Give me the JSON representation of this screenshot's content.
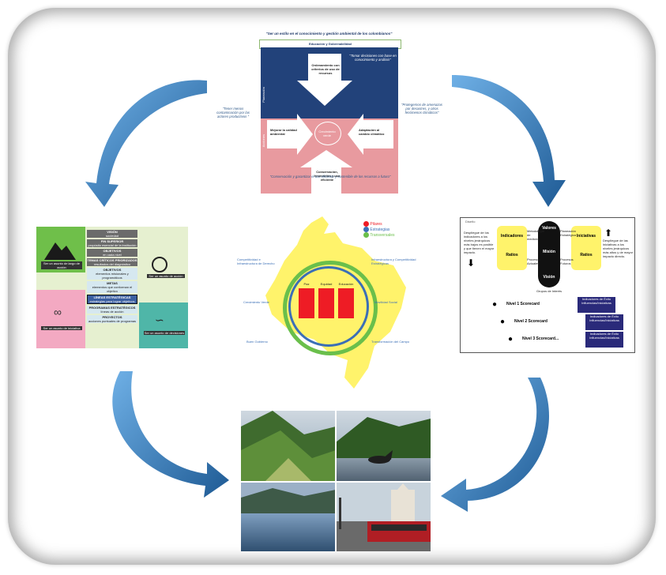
{
  "colors": {
    "arrow": "#3d86c6",
    "arrow_dark": "#1e5a94",
    "navy": "#22427a",
    "pink": "#e89a9f",
    "yellow": "#fff36b",
    "green_ring": "#6abf4b",
    "blue_ring": "#3b6fb6",
    "red": "#ee1c25"
  },
  "top_panel": {
    "title": "\"Ser un estilo en el conocimiento y gestión ambiental de los colombianos\"",
    "education_band": "Educación y Gobernabilidad",
    "down_arrow_text": "Ordenamiento con criterios de uso de recursos",
    "left_arrow_text": "Mejorar la calidad ambiental",
    "center_circle": "Crecimiento verde",
    "right_arrow_text": "Adaptación al cambio climático",
    "up_arrow_text": "Conservación, innovación y uso eficiente",
    "blue_side_label": "Planeación",
    "pink_side_label": "Acciones",
    "note_top_right": "\"Tomar decisiones con base en conocimiento y análisis\"",
    "note_left": "\"Tener menos contaminación por las actores productivos \"",
    "note_right": "\"Protegernos de amenazas por desastres, y otros fenómenos climáticos\"",
    "bottom_caption": "\"Conservación y garantizar el uso eficiente y sostenible de los recursos a futuro\""
  },
  "left_panel": {
    "rows": [
      {
        "label": "VISIÓN",
        "sub": "sociedad"
      },
      {
        "label": "FIN SUPERIOR",
        "sub": "propósito esencial de la institución"
      },
      {
        "label": "OBJETIVOS",
        "sub": "en cada nivel"
      },
      {
        "label": "TEMAS CRÍTICOS PRIORIZADOS",
        "sub": "resultados del diagnóstico"
      },
      {
        "label": "OBJETIVOS",
        "sub": "elementos misionales y programáticos"
      },
      {
        "label": "METAS",
        "sub": "elementos que conforman el objetivo"
      },
      {
        "label": "LÍNEAS ESTRATÉGICAS",
        "sub": "estrategias para lograr objetivos"
      },
      {
        "label": "PROGRAMAS ESTRATÉGICOS",
        "sub": "líneas de acción"
      },
      {
        "label": "PROYECTOS",
        "sub": "acciones puntuales de programas"
      }
    ],
    "tag_top_left": "Ser un asunto de largo de acción",
    "tag_top_right": "Ser un asunto de acción",
    "tag_bottom_left": "Ser un asunto de iniciativa",
    "tag_bottom_right": "Ser un asunto de decisiones"
  },
  "center_panel": {
    "legend": [
      {
        "label": "Pilares",
        "color": "#ee1c25"
      },
      {
        "label": "Estrategias",
        "color": "#3b6fb6"
      },
      {
        "label": "Transversales",
        "color": "#6abf4b"
      }
    ],
    "pillars": [
      "Paz",
      "Equidad",
      "Educación"
    ],
    "labels": {
      "top_left": "Competitividad e Infraestructura de Derecho",
      "top_right": "Infraestructura y Competitividad Estratégicas",
      "mid_left": "Crecimiento Verde",
      "mid_right": "Movilidad Social",
      "bottom_left": "Buen Gobierno",
      "bottom_right": "Transformación del Campo"
    }
  },
  "right_panel": {
    "header_small": "Diseño",
    "left_text": "Despliegue de los indicadores a los niveles jerárquicos más bajos es posible y que tienen el mayor impacto.",
    "right_text": "Despliegue de las iniciativas a los niveles jerárquicos más altos y de mayor impacto directo.",
    "indicators": "Indicadores",
    "initiatives": "Iniciativas",
    "valores": "Valores",
    "mision": "Misión",
    "vision": "Visión",
    "metodologia": "Metodología de medición",
    "planeacion": "Planeación Estratégica",
    "procesos_actuales": "Procesos Actuales",
    "procesos_futuros": "Procesos Futuros",
    "ratios_left": "Ratios",
    "ratios_right": "Ratios",
    "grupos": "Grupos de Interés",
    "levels": [
      {
        "label": "Nivel 1 Scorecard",
        "box": "Indicadores de Éxito Influencias/Iniciativas"
      },
      {
        "label": "Nivel 2 Scorecard",
        "box": "Indicadores de Éxito Influencias/Iniciativas"
      },
      {
        "label": "Nivel 3 Scorecard...",
        "box": "Indicadores de Éxito Influencias/Iniciativas"
      }
    ]
  }
}
